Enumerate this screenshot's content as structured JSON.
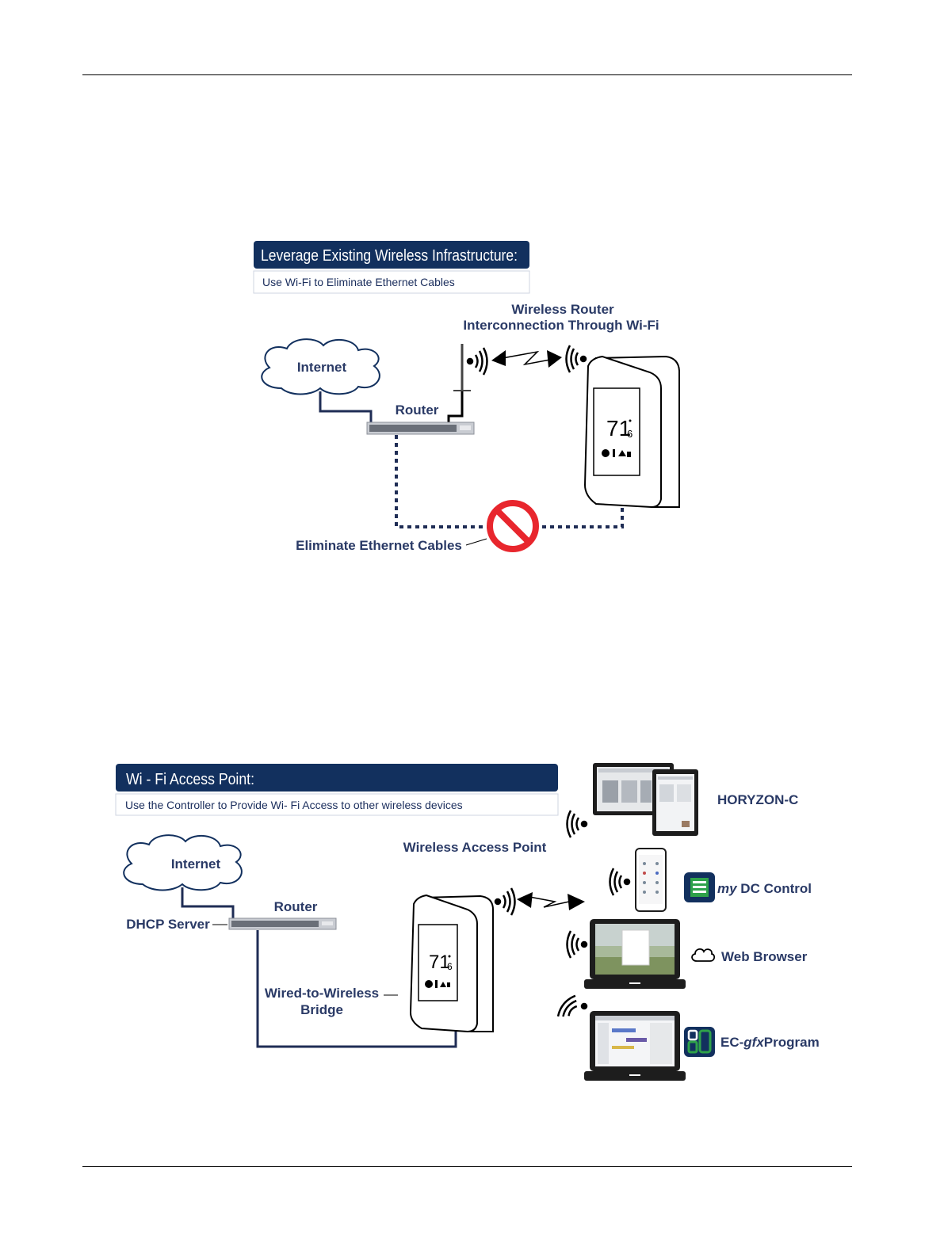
{
  "colors": {
    "navy": "#12305e",
    "label": "#2a3a66",
    "cable": "#1f2d55",
    "no_symbol": "#e8262d",
    "app_green": "#2fa24a"
  },
  "diagram1": {
    "header_title": "Leverage Existing Wireless Infrastructure:",
    "header_subtitle": "Use Wi-Fi to Eliminate Ethernet Cables",
    "wireless_label_line1": "Wireless Router",
    "wireless_label_line2": "Interconnection Through Wi-Fi",
    "internet_label": "Internet",
    "router_label": "Router",
    "eliminate_label": "Eliminate Ethernet Cables",
    "thermostat_reading": "71",
    "thermostat_decimal": "6"
  },
  "diagram2": {
    "header_title": "Wi - Fi Access Point:",
    "header_subtitle": "Use the Controller to Provide Wi- Fi Access to other wireless devices",
    "internet_label": "Internet",
    "router_label": "Router",
    "dhcp_label": "DHCP Server",
    "wap_label": "Wireless Access Point",
    "bridge_label_line1": "Wired-to-Wireless",
    "bridge_label_line2": "Bridge",
    "thermostat_reading": "71",
    "thermostat_decimal": "6",
    "horyzon_label": "HORYZON-C",
    "mydc_prefix": "my",
    "mydc_rest": " DC Control",
    "web_label": "Web Browser",
    "ecgfx_prefix": "EC-",
    "ecgfx_italic": "gfx",
    "ecgfx_rest": "Program"
  }
}
